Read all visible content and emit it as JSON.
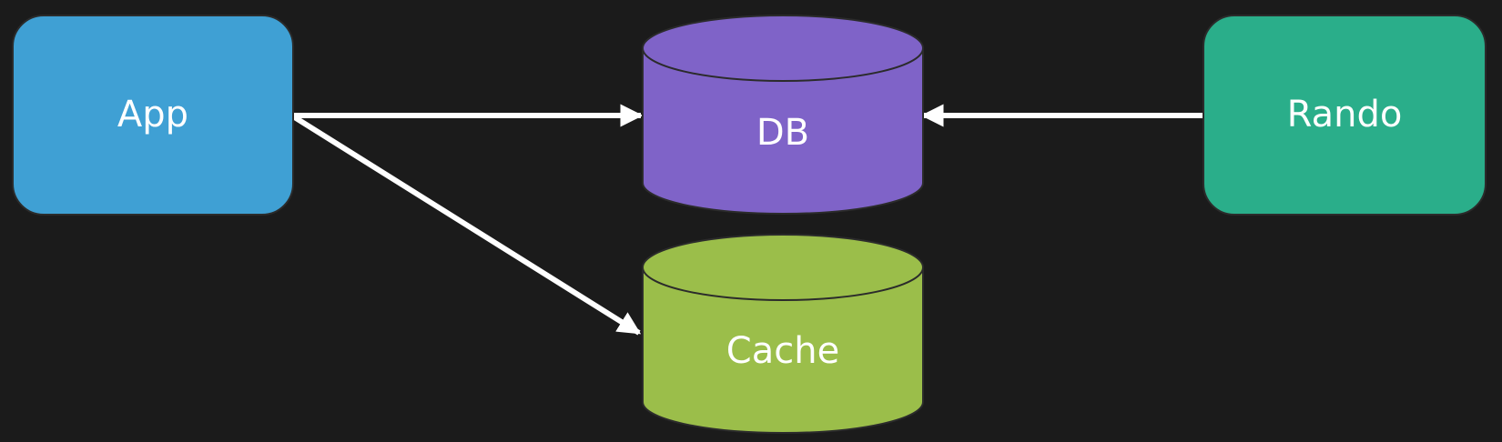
{
  "diagram": {
    "nodes": {
      "app": {
        "label": "App",
        "shape": "rounded-rectangle",
        "color": "#3fa0d4"
      },
      "db": {
        "label": "DB",
        "shape": "cylinder",
        "color": "#7f63c8"
      },
      "cache": {
        "label": "Cache",
        "shape": "cylinder",
        "color": "#9bbe4a"
      },
      "rando": {
        "label": "Rando",
        "shape": "rounded-rectangle",
        "color": "#2aae8a"
      }
    },
    "edges": [
      {
        "from": "app",
        "to": "db"
      },
      {
        "from": "app",
        "to": "cache"
      },
      {
        "from": "rando",
        "to": "db"
      }
    ],
    "colors": {
      "background": "#1b1b1b",
      "arrow": "#ffffff",
      "label_text": "#ffffff"
    }
  }
}
